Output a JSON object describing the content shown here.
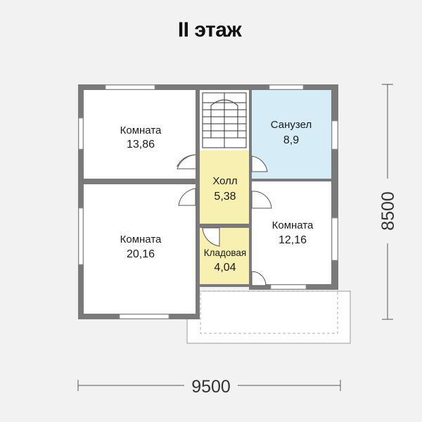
{
  "title": "II этаж",
  "rooms": {
    "room1": {
      "label": "Комната",
      "area": "13,86"
    },
    "room2": {
      "label": "Комната",
      "area": "20,16"
    },
    "bathroom": {
      "label": "Санузел",
      "area": "8,9"
    },
    "hall": {
      "label": "Холл",
      "area": "5,38"
    },
    "storage": {
      "label": "Кладовая",
      "area": "4,04"
    },
    "room3": {
      "label": "Комната",
      "area": "12,16"
    }
  },
  "dimensions": {
    "width": "9500",
    "height": "8500"
  },
  "colors": {
    "wall": "#7a7a7a",
    "bathroom_fill": "#d6ecf7",
    "hall_fill": "#f7f0b0",
    "storage_fill": "#f7f0b0",
    "room_fill": "#ffffff",
    "background": "#f2f2f2"
  }
}
